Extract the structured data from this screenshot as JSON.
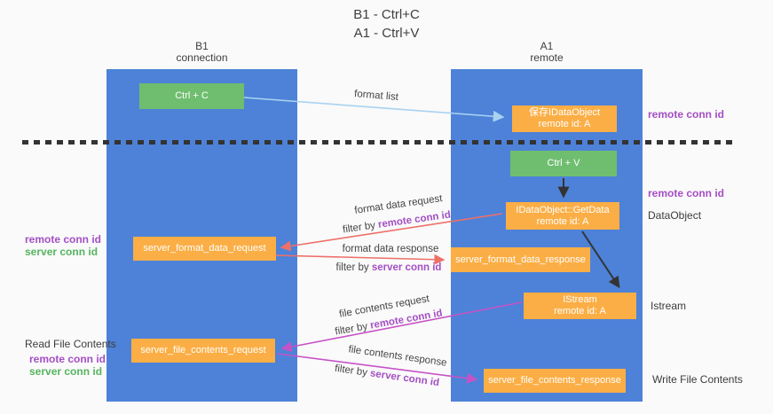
{
  "title": {
    "line1": "B1 - Ctrl+C",
    "line2": "A1 - Ctrl+V"
  },
  "lanes": {
    "left": {
      "header_line1": "B1",
      "header_line2": "connection"
    },
    "right": {
      "header_line1": "A1",
      "header_line2": "remote"
    }
  },
  "boxes": {
    "ctrl_c": {
      "label": "Ctrl + C"
    },
    "store_idataobject": {
      "line1": "保存IDataObject",
      "line2": "remote id: A"
    },
    "ctrl_v": {
      "label": "Ctrl + V"
    },
    "getdata": {
      "line1": "IDataObject::GetData",
      "line2": "remote id: A"
    },
    "server_format_data_request": {
      "label": "server_format_data_request"
    },
    "server_format_data_response": {
      "label": "server_format_data_response"
    },
    "istream": {
      "line1": "IStream",
      "line2": "remote id: A"
    },
    "server_file_contents_request": {
      "label": "server_file_contents_request"
    },
    "server_file_contents_response": {
      "label": "server_file_contents_response"
    }
  },
  "arrow_labels": {
    "format_list": "format list",
    "format_data_request": {
      "line1": "format data request",
      "filter_prefix": "filter by ",
      "filter_key": "remote conn id"
    },
    "format_data_response": {
      "line1": "format data response",
      "filter_prefix": "filter by ",
      "filter_key": "server conn id"
    },
    "file_contents_request": {
      "line1": "file contents request",
      "filter_prefix": "filter by ",
      "filter_key": "remote conn id"
    },
    "file_contents_response": {
      "line1": "file contents response",
      "filter_prefix": "filter by ",
      "filter_key": "server conn id"
    }
  },
  "side_labels": {
    "right_store_conn": "remote conn id",
    "right_paste_conn": "remote conn id",
    "right_dataobject": "DataObject",
    "right_istream": "Istream",
    "right_write_file": "Write File Contents",
    "left_mid_remote": "remote conn id",
    "left_mid_server": "server conn id",
    "left_read_file": "Read File Contents",
    "left_bottom_remote": "remote conn id",
    "left_bottom_server": "server conn id"
  },
  "colors": {
    "background": "#fafafa",
    "lane_blue": "#4d82d8",
    "box_orange": "#fbae45",
    "box_green": "#6fbe6f",
    "arrow_lightblue": "#a9d2f0",
    "arrow_red": "#ed7069",
    "arrow_magenta": "#c653c6",
    "arrow_black": "#333333",
    "text_purple": "#a44fc4",
    "text_green": "#55b45f",
    "text_dark": "#3c3c3c"
  }
}
